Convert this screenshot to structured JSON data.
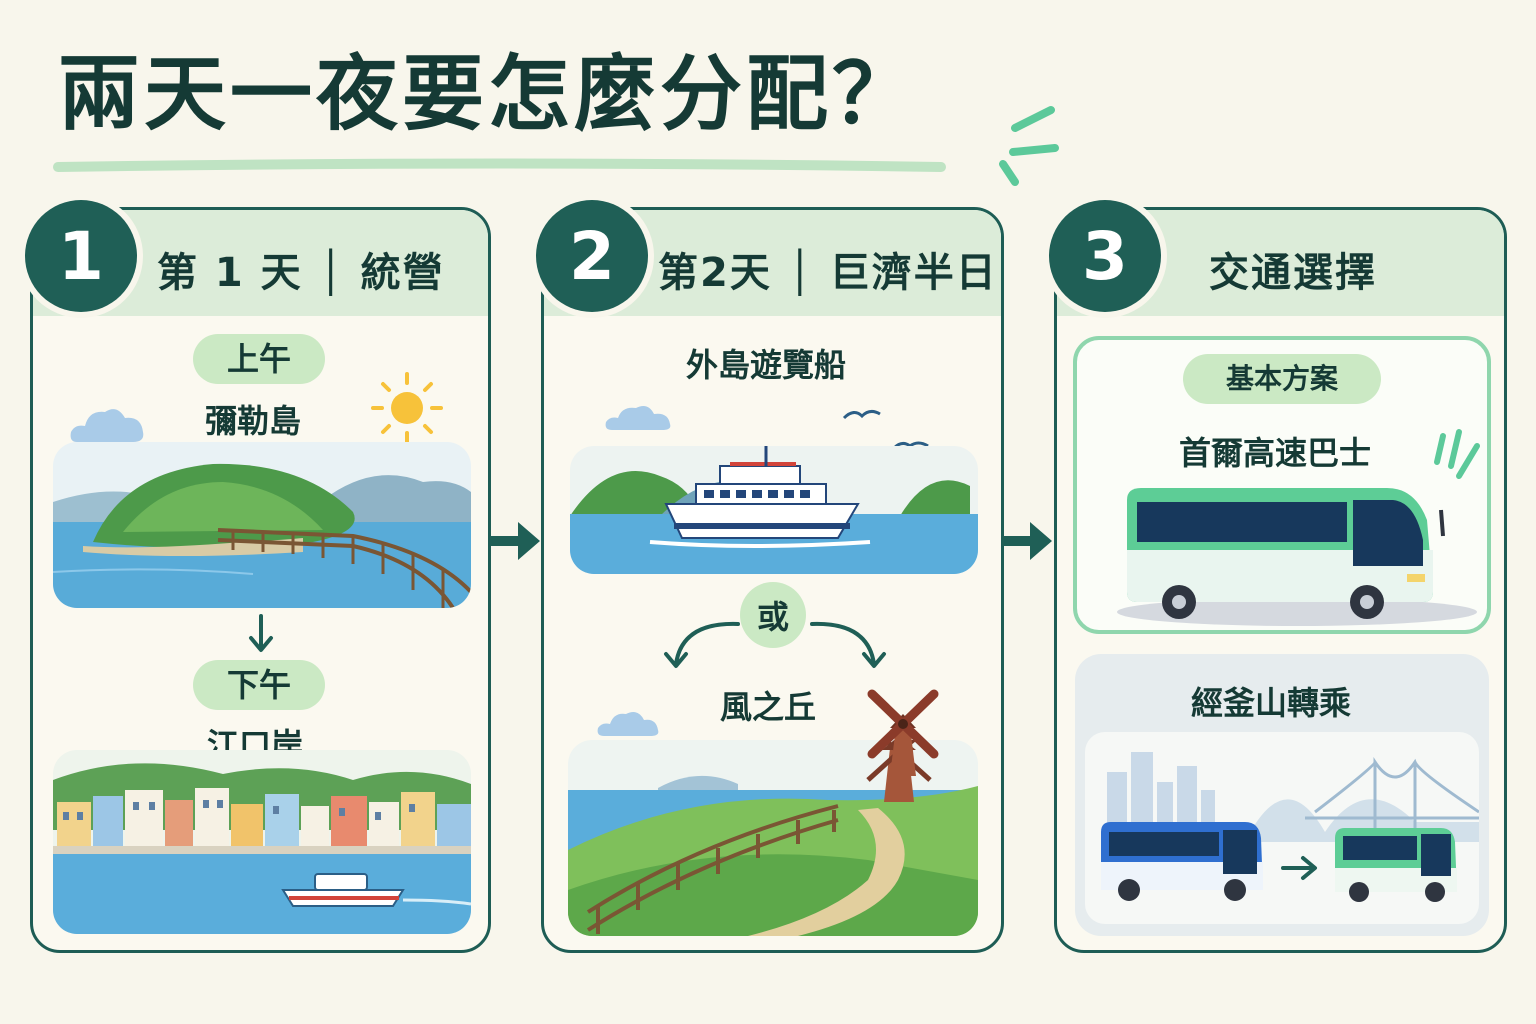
{
  "title": "兩天一夜要怎麼分配？",
  "colors": {
    "dark_green": "#1f5f56",
    "mint": "#cbe9c4",
    "background": "#f8f6ec"
  },
  "panels": [
    {
      "number": "1",
      "title": "第 1 天 │ 統營",
      "morning_tag": "上午",
      "morning_place": "彌勒島",
      "afternoon_tag": "下午",
      "afternoon_place": "江口岸"
    },
    {
      "number": "2",
      "title": "第2天 │ 巨濟半日",
      "option_a": "外島遊覽船",
      "or_label": "或",
      "option_b": "風之丘"
    },
    {
      "number": "3",
      "title": "交通選擇",
      "basic_tag": "基本方案",
      "basic_option": "首爾高速巴士",
      "alt_option": "經釜山轉乘"
    }
  ],
  "icons": [
    "sun-icon",
    "cloud-icon",
    "down-arrow-icon",
    "right-arrow-icon",
    "branch-arrow-icon",
    "sparkle-icon"
  ]
}
